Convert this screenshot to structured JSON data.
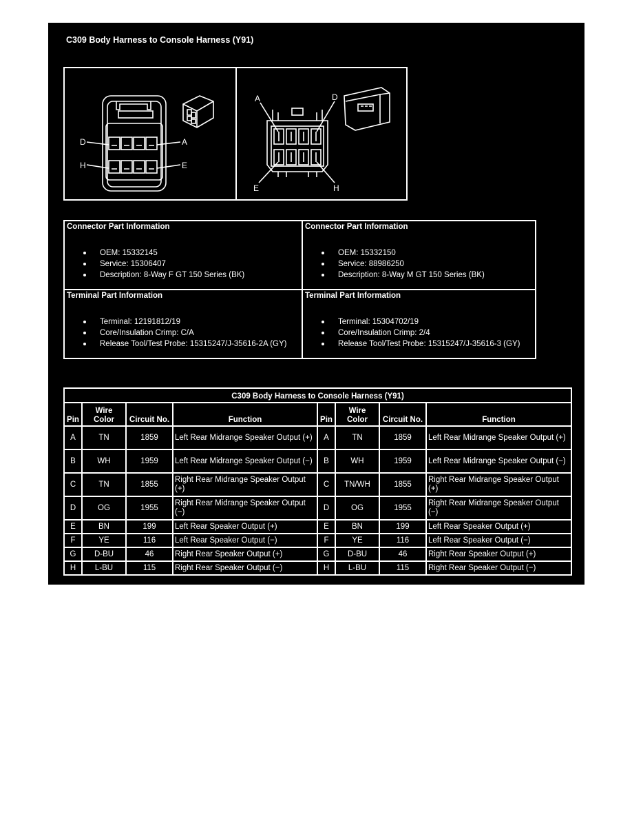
{
  "page": {
    "title": "C309 Body Harness to Console Harness (Y91)"
  },
  "diagram": {
    "left_labels": {
      "d": "D",
      "a": "A",
      "h": "H",
      "e": "E"
    },
    "right_labels": {
      "a": "A",
      "d": "D",
      "e": "E",
      "h": "H"
    }
  },
  "connector_info": {
    "left": {
      "heading": "Connector Part Information",
      "items": [
        "OEM: 15332145",
        "Service: 15306407",
        "Description: 8-Way F GT 150 Series (BK)"
      ]
    },
    "right": {
      "heading": "Connector Part Information",
      "items": [
        "OEM: 15332150",
        "Service: 88986250",
        "Description: 8-Way M GT 150 Series (BK)"
      ]
    }
  },
  "terminal_info": {
    "left": {
      "heading": "Terminal Part Information",
      "items": [
        "Terminal: 12191812/19",
        "Core/Insulation Crimp: C/A",
        "Release Tool/Test Probe: 15315247/J-35616-2A (GY)"
      ]
    },
    "right": {
      "heading": "Terminal Part Information",
      "items": [
        "Terminal: 15304702/19",
        "Core/Insulation Crimp: 2/4",
        "Release Tool/Test Probe: 15315247/J-35616-3 (GY)"
      ]
    }
  },
  "pin_table": {
    "caption": "C309 Body Harness to Console Harness (Y91)",
    "headers": {
      "pin": "Pin",
      "wire": "Wire Color",
      "circuit": "Circuit No.",
      "function": "Function"
    },
    "rows": [
      {
        "l_pin": "A",
        "l_wire": "TN",
        "l_circuit": "1859",
        "l_function": "Left Rear Midrange Speaker Output (+)",
        "r_pin": "A",
        "r_wire": "TN",
        "r_circuit": "1859",
        "r_function": "Left Rear Midrange Speaker Output (+)"
      },
      {
        "l_pin": "B",
        "l_wire": "WH",
        "l_circuit": "1959",
        "l_function": "Left Rear Midrange Speaker Output (−)",
        "r_pin": "B",
        "r_wire": "WH",
        "r_circuit": "1959",
        "r_function": "Left Rear Midrange Speaker Output (−)"
      },
      {
        "l_pin": "C",
        "l_wire": "TN",
        "l_circuit": "1855",
        "l_function": "Right Rear Midrange Speaker Output (+)",
        "r_pin": "C",
        "r_wire": "TN/WH",
        "r_circuit": "1855",
        "r_function": "Right Rear Midrange Speaker Output (+)"
      },
      {
        "l_pin": "D",
        "l_wire": "OG",
        "l_circuit": "1955",
        "l_function": "Right Rear Midrange Speaker Output (−)",
        "r_pin": "D",
        "r_wire": "OG",
        "r_circuit": "1955",
        "r_function": "Right Rear Midrange Speaker Output (−)"
      },
      {
        "l_pin": "E",
        "l_wire": "BN",
        "l_circuit": "199",
        "l_function": "Left Rear Speaker Output (+)",
        "r_pin": "E",
        "r_wire": "BN",
        "r_circuit": "199",
        "r_function": "Left Rear Speaker Output (+)"
      },
      {
        "l_pin": "F",
        "l_wire": "YE",
        "l_circuit": "116",
        "l_function": "Left Rear Speaker Output (−)",
        "r_pin": "F",
        "r_wire": "YE",
        "r_circuit": "116",
        "r_function": "Left Rear Speaker Output (−)"
      },
      {
        "l_pin": "G",
        "l_wire": "D-BU",
        "l_circuit": "46",
        "l_function": "Right Rear Speaker Output (+)",
        "r_pin": "G",
        "r_wire": "D-BU",
        "r_circuit": "46",
        "r_function": "Right Rear Speaker Output (+)"
      },
      {
        "l_pin": "H",
        "l_wire": "L-BU",
        "l_circuit": "115",
        "l_function": "Right Rear Speaker Output (−)",
        "r_pin": "H",
        "r_wire": "L-BU",
        "r_circuit": "115",
        "r_function": "Right Rear Speaker Output (−)"
      }
    ]
  }
}
